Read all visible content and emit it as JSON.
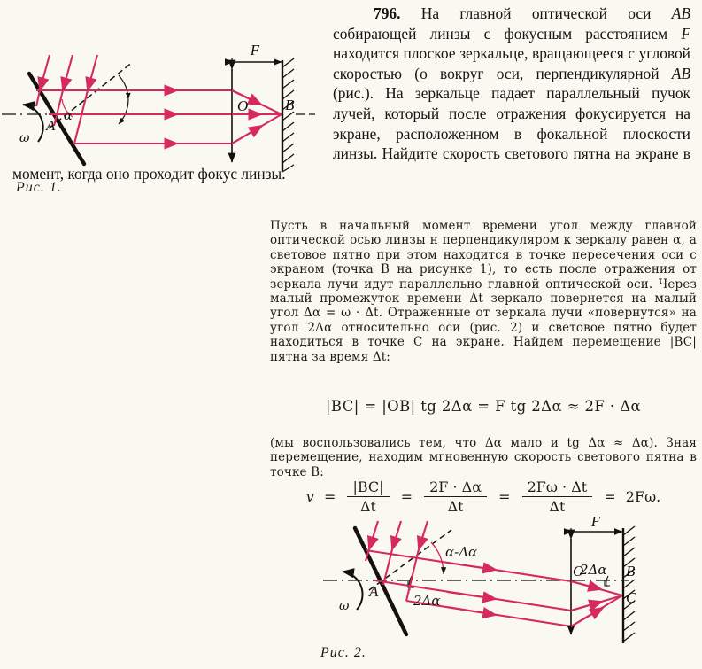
{
  "problem": {
    "number": "796.",
    "text": "На главной оптической оси AB собирающей линзы с фокусным расстоянием F находится плоское зеркальце, вращающееся с угловой скоростью (о вокруг оси, перпендикулярной AB (рис.). На зеркальце падает параллельный пучок лучей, который после отражения фокусируется на экране, расположенном в фокальной плоскости линзы. Найдите скорость светового пятна на экране в момент, когда оно проходит фокус линзы.",
    "lines": [
      "796. На главной оптической оси AB собирающей линзы с фокусным расстоя-",
      "нием F находится плоское зеркальце, вращающееся с угловой скоростью (о вокруг",
      "оси, перпендикулярной AB (рис.). На зер-",
      "кальце падает параллельный пучок лучей,",
      "который после отражения фокусируется на",
      "экране, расположенном в фокальной плос-",
      "кости линзы. Найдите скорость светового",
      "пятна на экране в момент, когда оно про-",
      "ходит фокус линзы."
    ]
  },
  "solution": {
    "paragraph_1": "Пусть в начальный момент времени угол между главной оптической осью линзы н перпендикуляром к зеркалу равен α, а световое пятно при этом находится в точке пересечения оси с экраном (точка B на рисунке 1), то есть после отражения от зеркала лучи идут параллельно главной оптической оси. Через малый промежуток времени Δt зеркало повернется на малый угол Δα = ω · Δt. Отраженные от зеркала лучи «повернутся» на угол 2Δα относительно оси (рис. 2) и световое пятно будет находиться в точке C на экране. Найдем перемещение |BC| пятна за время Δt:",
    "paragraph_2": "(мы воспользовались тем, что Δα мало и tg Δα ≈ Δα). Зная перемещение, находим мгновенную скорость светового пятна в точке B:"
  },
  "formulas": {
    "first": "|BC| = |OB| tg 2Δα = F tg 2Δα ≈ 2F · Δα",
    "second": {
      "lhs": "v",
      "eq1": "=",
      "f1_top": "|BC|",
      "f1_bot": "Δt",
      "eq2": "=",
      "f2_top": "2F · Δα",
      "f2_bot": "Δt",
      "eq3": "=",
      "f3_top": "2Fω · Δt",
      "f3_bot": "Δt",
      "eq4": "=",
      "result": "2Fω."
    }
  },
  "figure_1": {
    "caption": "Рис. 1.",
    "labels": {
      "point_a": "A",
      "point_o": "O",
      "point_b": "B",
      "angle_alpha": "α",
      "omega": "ω",
      "focal_distance": "F"
    }
  },
  "figure_2": {
    "caption": "Рис. 2.",
    "labels": {
      "point_a": "A",
      "point_o": "O",
      "point_b": "B",
      "point_c": "C",
      "angle_alpha_minus": "α-Δα",
      "angle_two_delta_lower": "2Δα",
      "angle_two_delta_right": "2Δα",
      "omega": "ω",
      "focal_distance": "F"
    }
  },
  "colors": {
    "ray": "#d62a5f",
    "ink": "#15120e",
    "page": "#faf9f1"
  }
}
